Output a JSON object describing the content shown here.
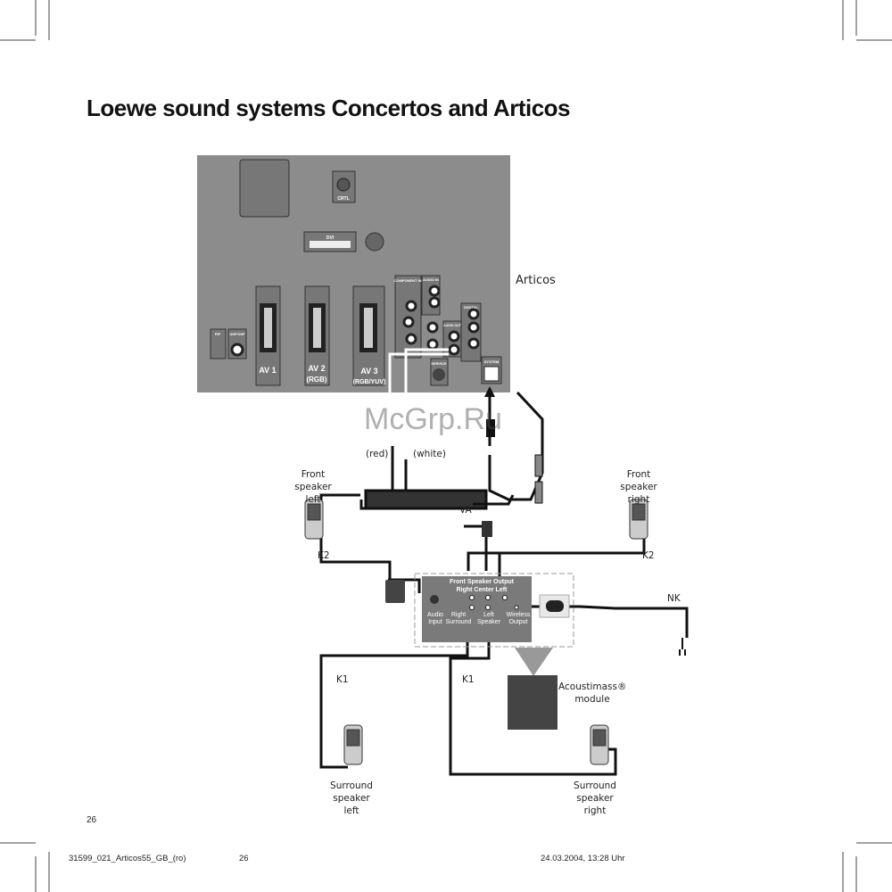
{
  "title": "Loewe sound systems Concertos and Articos",
  "tv_label": "Articos",
  "panel": {
    "crtl": "CRTL",
    "dvi": "DVI",
    "component": "COMPONENT IN",
    "audio_in": "AUDIO IN",
    "av1": "AV 1",
    "av2": "AV 2",
    "av2_sub": "(RGB)",
    "av3": "AV 3",
    "av3_sub": "(RGB/YUV)",
    "pip": "PIP",
    "uhf": "UHF/VHF",
    "service": "SERVICE",
    "system": "SYSTEM",
    "digital": "DIGITAL",
    "audio_out": "AUDIO OUT"
  },
  "cable_colors": {
    "red": "(red)",
    "white": "(white)"
  },
  "labels": {
    "front_left": "Front speaker\nleft",
    "front_right": "Front speaker\nright",
    "va": "VA",
    "k2_left": "K2",
    "k2_right": "K2",
    "nk": "NK",
    "k1_left": "K1",
    "k1_right": "K1",
    "acoustimass": "Acoustimass®\nmodule",
    "surround_left": "Surround speaker\nleft",
    "surround_right": "Surround speaker\nright"
  },
  "module": {
    "front_output": "Front Speaker Output",
    "channels": "Right  Center  Left",
    "audio_input": "Audio\nInput",
    "right_surround": "Right\nSurround",
    "left_speaker": "Left\nSpeaker",
    "wireless": "Wireless\nOutput"
  },
  "watermark": "McGrp.Ru",
  "page_number": "26",
  "footer": {
    "file": "31599_021_Articos55_GB_(ro)",
    "page": "26",
    "date": "24.03.2004, 13:28 Uhr"
  }
}
